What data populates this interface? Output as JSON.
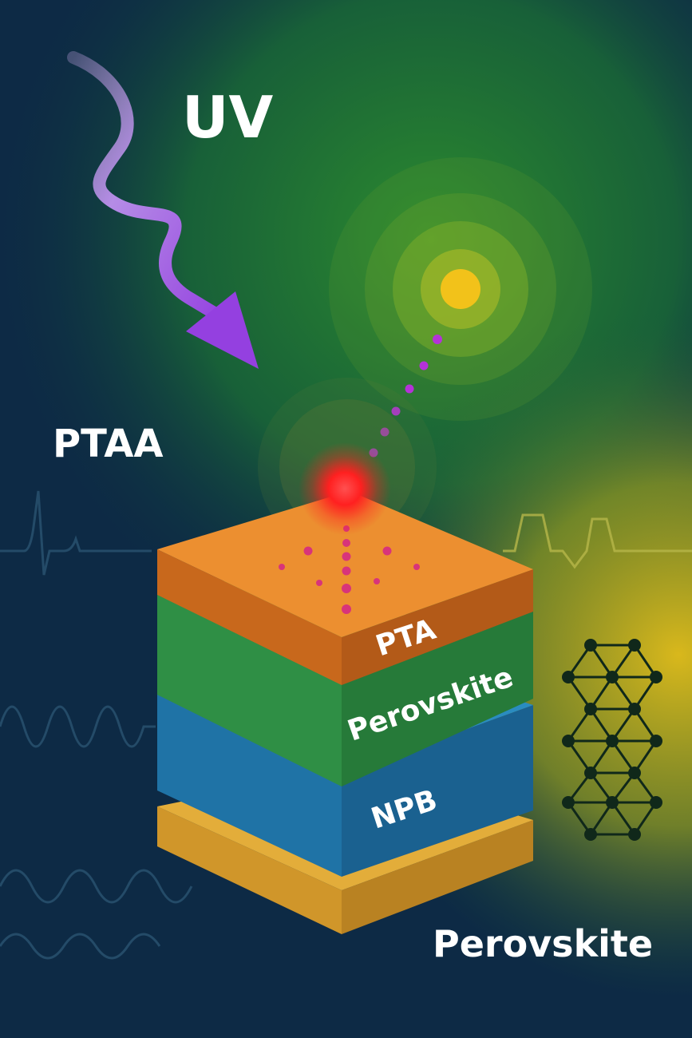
{
  "labels": {
    "uv": "UV",
    "ptaa": "PTAA",
    "bottom": "Perovskite"
  },
  "layers": [
    {
      "name": "PTA",
      "top": "#ec8f30",
      "front": "#c8681c",
      "side": "#b35a18"
    },
    {
      "name": "Perovskite",
      "top": "#3aa350",
      "front": "#2f8f45",
      "side": "#267a39"
    },
    {
      "name": "NPB",
      "top": "#2a8cc0",
      "front": "#1f73a6",
      "side": "#1a6190"
    },
    {
      "name": "",
      "top": "#e3ad3a",
      "front": "#d0962a",
      "side": "#b98222"
    }
  ],
  "colors": {
    "background_dark": "#0d2a45",
    "background_green": "#1f7a2e",
    "background_yellow": "#c8b21e",
    "uv_arrow": "#9b4fe0",
    "emission_red": "#ff2a2a",
    "emission_yellow": "#f2c21a",
    "particle": "#b532d8",
    "lattice": "#10281a",
    "waveform": "#2b5470"
  },
  "icons": [
    "uv-wave-arrow-icon",
    "red-emission-glow-icon",
    "yellow-emission-glow-icon",
    "molecular-lattice-icon"
  ]
}
